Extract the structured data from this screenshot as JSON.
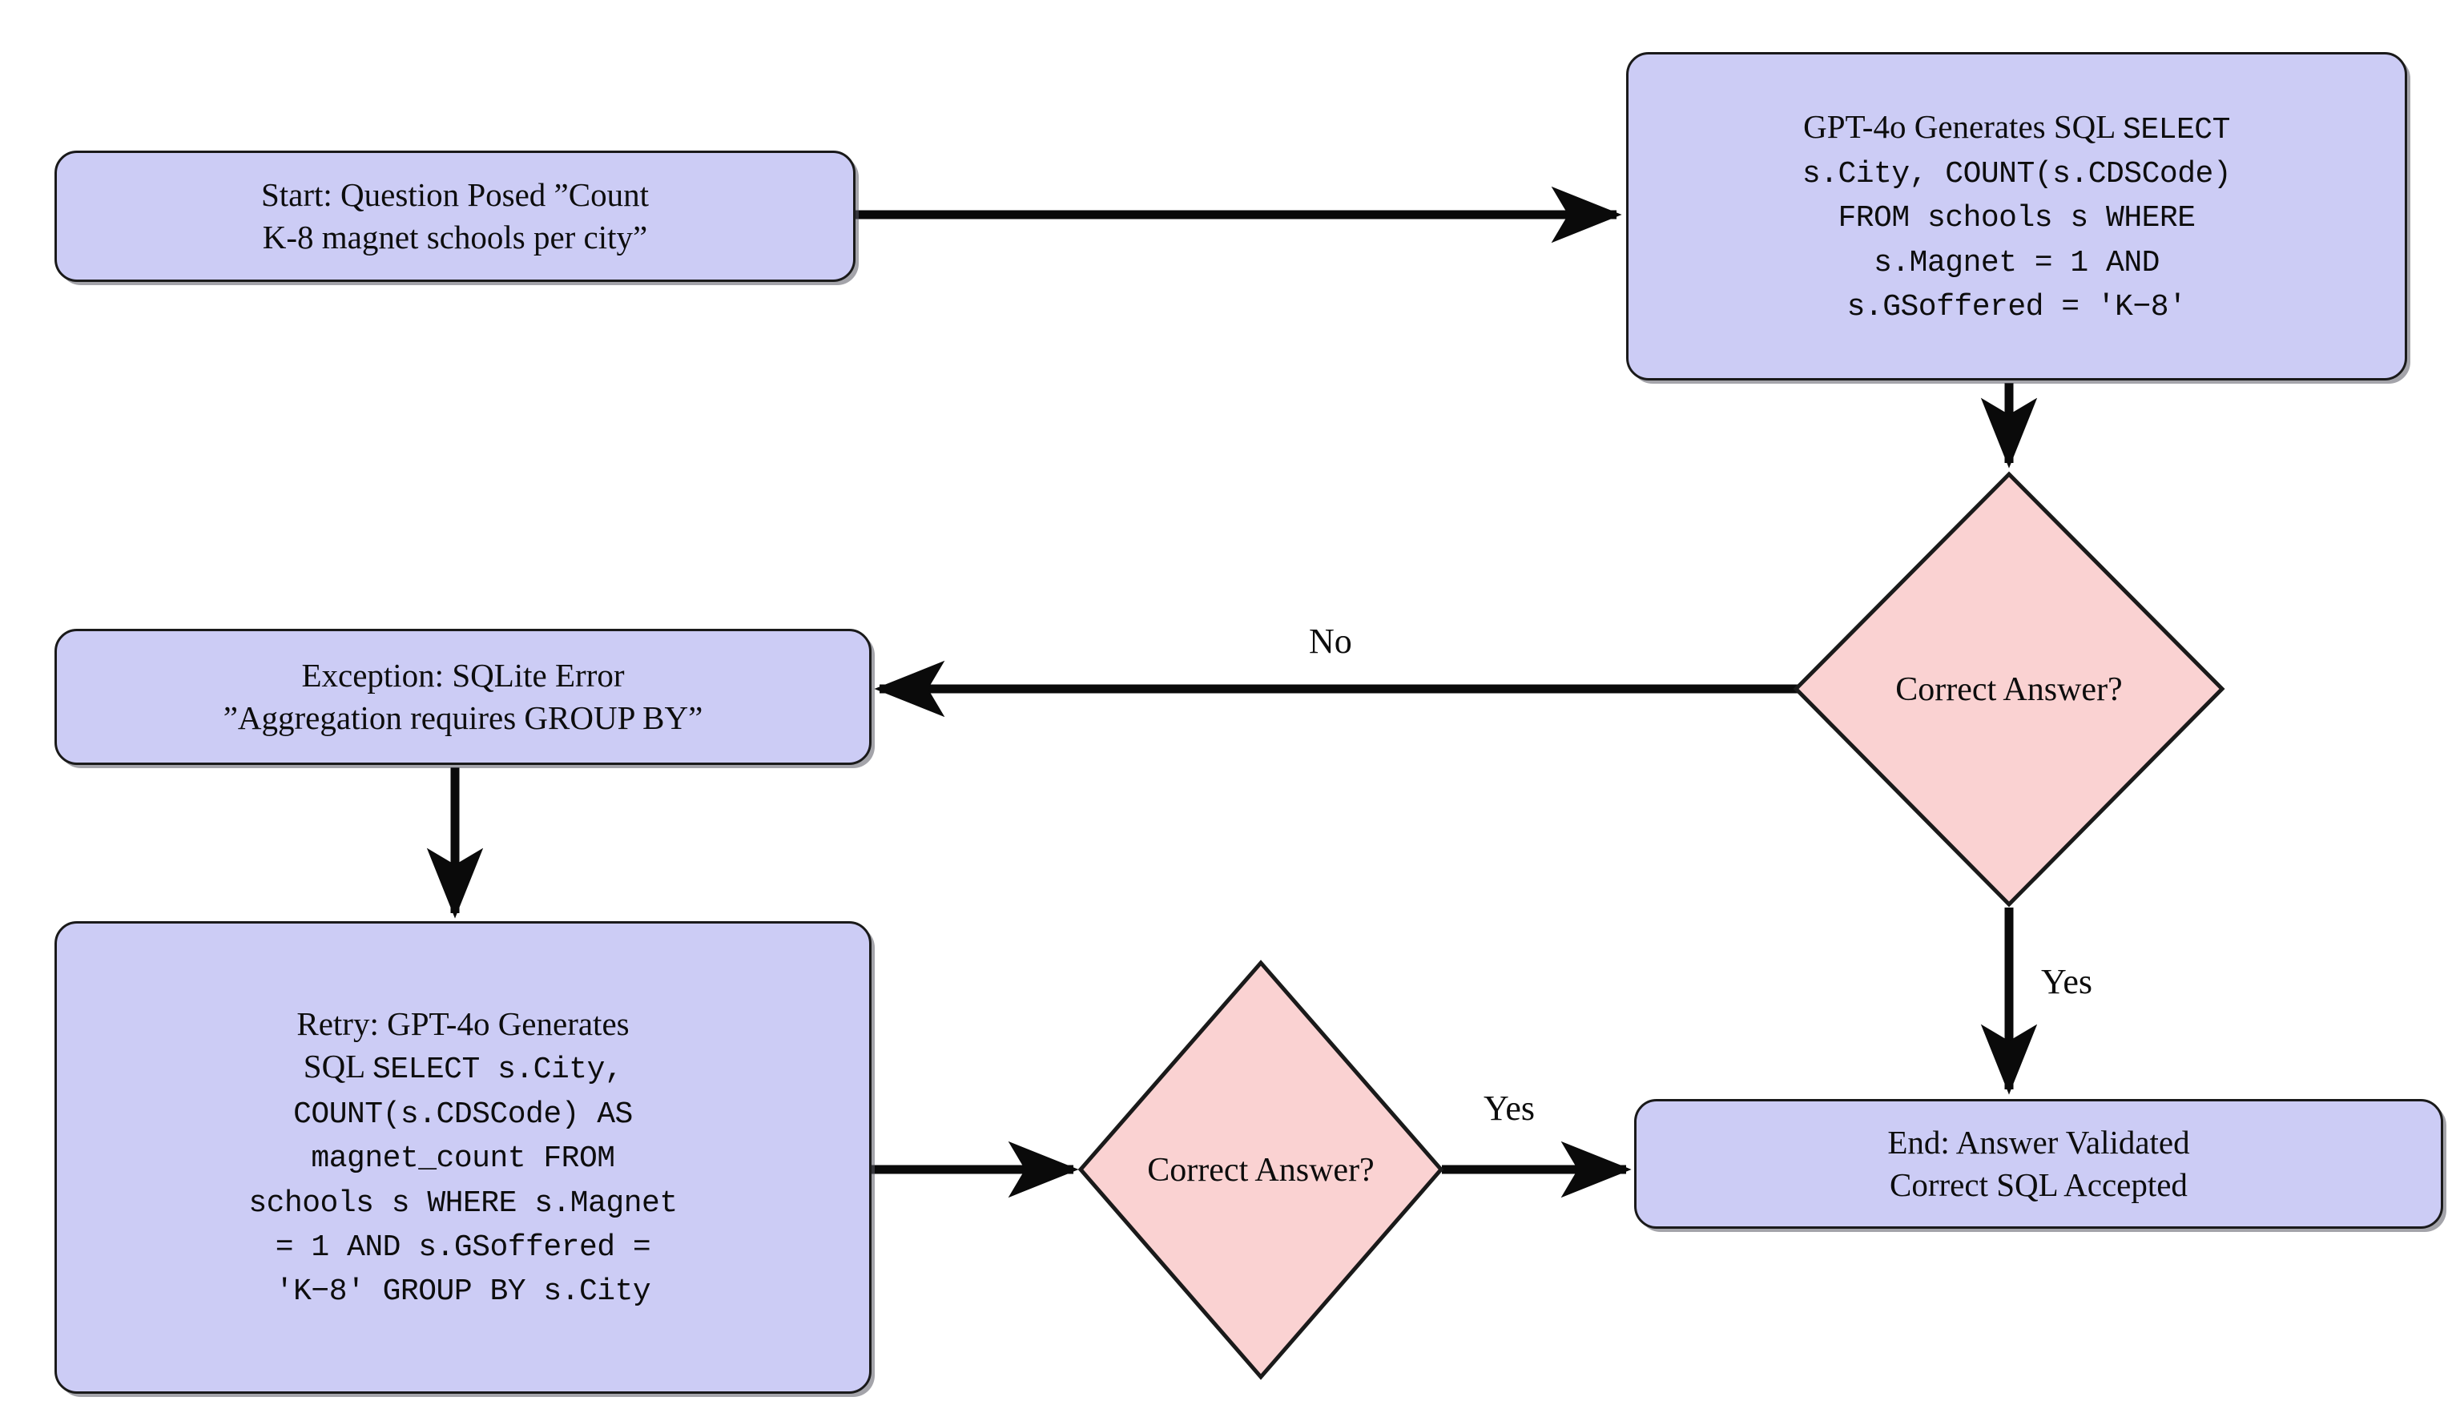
{
  "diagram": {
    "title": "GPT-4o SQL generation retry flowchart",
    "colors": {
      "process_fill": "#CCCCF5",
      "decision_fill": "#FAD2D2",
      "border": "#1A1A1A",
      "text": "#0D0D0D",
      "background": "#FFFFFF"
    },
    "nodes": {
      "start": {
        "id": "start",
        "shape": "rounded-rectangle",
        "lines": [
          "Start: Question Posed ”Count",
          "K-8 magnet schools per city”"
        ]
      },
      "generate_sql": {
        "id": "generate-sql",
        "shape": "rounded-rectangle",
        "prose": "GPT-4o Generates SQL",
        "code_inline": "SELECT",
        "code_lines": [
          "s.City, COUNT(s.CDSCode)",
          "FROM schools s WHERE",
          "s.Magnet = 1 AND",
          "s.GSoffered = ′K−8′"
        ]
      },
      "decision_first": {
        "id": "decision-correct-answer-1",
        "shape": "diamond",
        "label": "Correct Answer?"
      },
      "exception": {
        "id": "exception",
        "shape": "rounded-rectangle",
        "lines": [
          "Exception: SQLite Error",
          "”Aggregation requires GROUP BY”"
        ]
      },
      "retry": {
        "id": "retry-generate-sql",
        "shape": "rounded-rectangle",
        "prose": "Retry: GPT-4o Generates",
        "prose2": "SQL",
        "code_inline": "SELECT s.City,",
        "code_lines": [
          "COUNT(s.CDSCode) AS",
          "magnet_count FROM",
          "schools s WHERE s.Magnet",
          "= 1 AND s.GSoffered =",
          "′K−8′ GROUP BY s.City"
        ]
      },
      "decision_second": {
        "id": "decision-correct-answer-2",
        "shape": "diamond",
        "label": "Correct Answer?"
      },
      "end": {
        "id": "end",
        "shape": "rounded-rectangle",
        "lines": [
          "End: Answer Validated",
          "Correct SQL Accepted"
        ]
      }
    },
    "edges": [
      {
        "id": "edge-start-to-generate",
        "from": "start",
        "to": "generate_sql",
        "label": ""
      },
      {
        "id": "edge-generate-to-decision1",
        "from": "generate_sql",
        "to": "decision_first",
        "label": ""
      },
      {
        "id": "edge-decision1-no",
        "from": "decision_first",
        "to": "exception",
        "label": "No"
      },
      {
        "id": "edge-decision1-yes",
        "from": "decision_first",
        "to": "end",
        "label": "Yes"
      },
      {
        "id": "edge-exception-to-retry",
        "from": "exception",
        "to": "retry",
        "label": ""
      },
      {
        "id": "edge-retry-to-decision2",
        "from": "retry",
        "to": "decision_second",
        "label": ""
      },
      {
        "id": "edge-decision2-yes",
        "from": "decision_second",
        "to": "end",
        "label": "Yes"
      }
    ],
    "edge_labels": {
      "no": "No",
      "yes_vertical": "Yes",
      "yes_horizontal": "Yes"
    }
  }
}
